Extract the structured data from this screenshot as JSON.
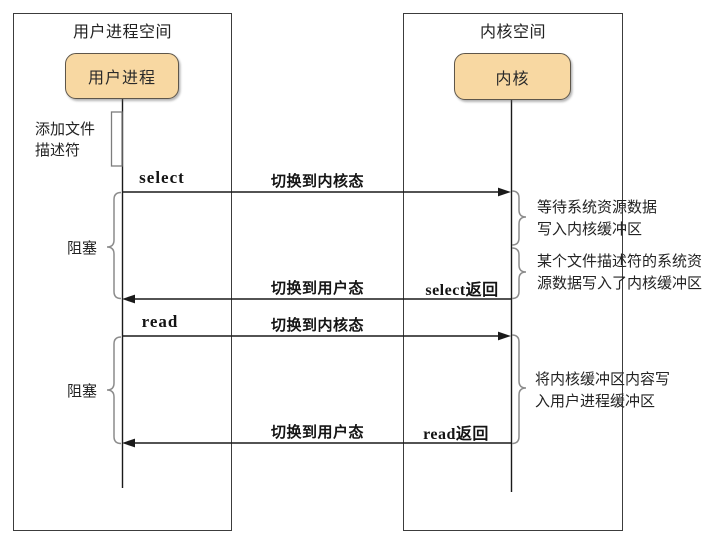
{
  "user_space": {
    "title": "用户进程空间",
    "actor": "用户进程",
    "add_fd_note": {
      "line1": "添加文件",
      "line2": "描述符"
    },
    "block_label_1": "阻塞",
    "block_label_2": "阻塞"
  },
  "kernel_space": {
    "title": "内核空间",
    "actor": "内核",
    "notes": [
      {
        "line1": "等待系统资源数据",
        "line2": "写入内核缓冲区"
      },
      {
        "line1": "某个文件描述符的系统资",
        "line2": "源数据写入了内核缓冲区"
      },
      {
        "line1": "将内核缓冲区内容写",
        "line2": "入用户进程缓冲区"
      }
    ]
  },
  "messages": [
    {
      "call": "select",
      "label": "切换到内核态"
    },
    {
      "label": "切换到用户态",
      "return": "select返回"
    },
    {
      "call": "read",
      "label": "切换到内核态"
    },
    {
      "label": "切换到用户态",
      "return": "read返回"
    }
  ],
  "colors": {
    "actor_fill": "#F8D8A2",
    "actor_border": "#5E564A",
    "box_border": "#3C3C3C",
    "line": "#1A1A1A",
    "brace": "#8C8C8C",
    "background": "#FFFFFF"
  }
}
